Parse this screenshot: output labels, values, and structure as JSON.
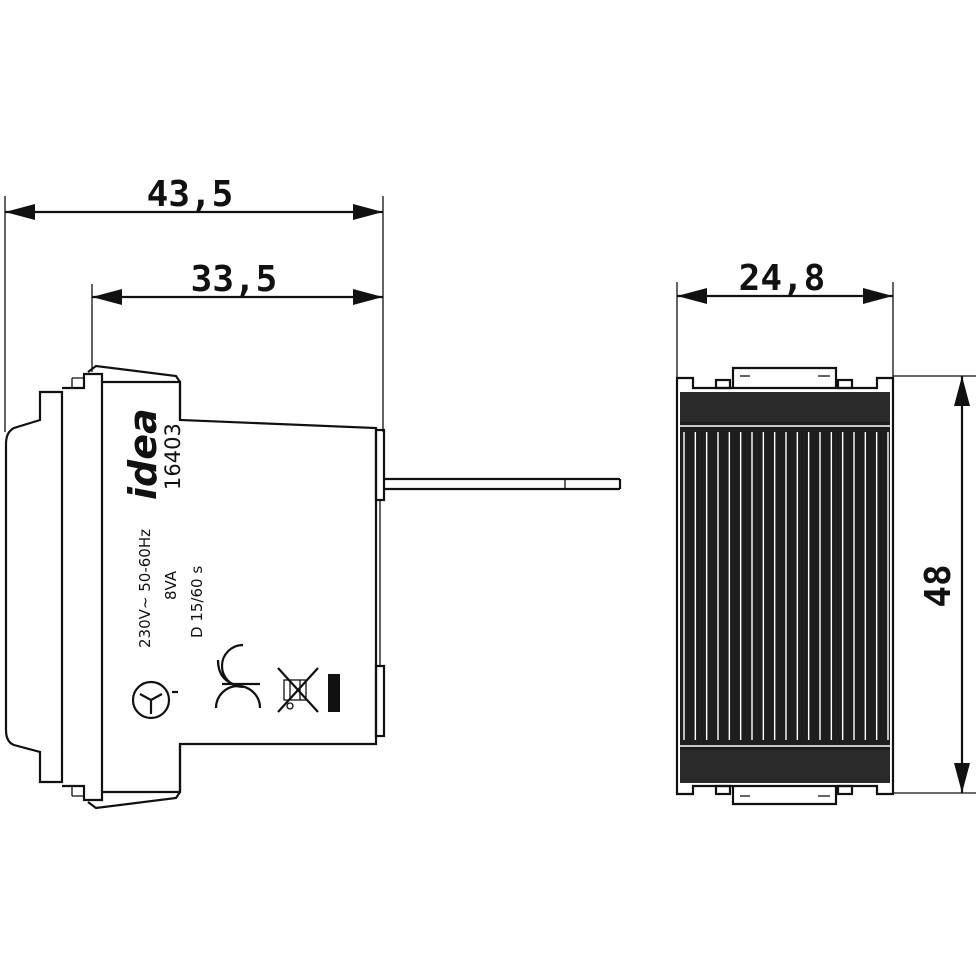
{
  "dimensions": {
    "overall_depth": "43,5",
    "body_depth": "33,5",
    "front_width": "24,8",
    "front_height": "48"
  },
  "side_label": {
    "brand": "idea",
    "code": "16403",
    "voltage": "230V~ 50-60Hz",
    "power": "8VA",
    "timer": "D  15/60  s"
  },
  "symbols": {
    "ce_mark": "CE",
    "clock_symbol": "clock-icon",
    "weee_symbol": "crossed-bin-icon"
  }
}
